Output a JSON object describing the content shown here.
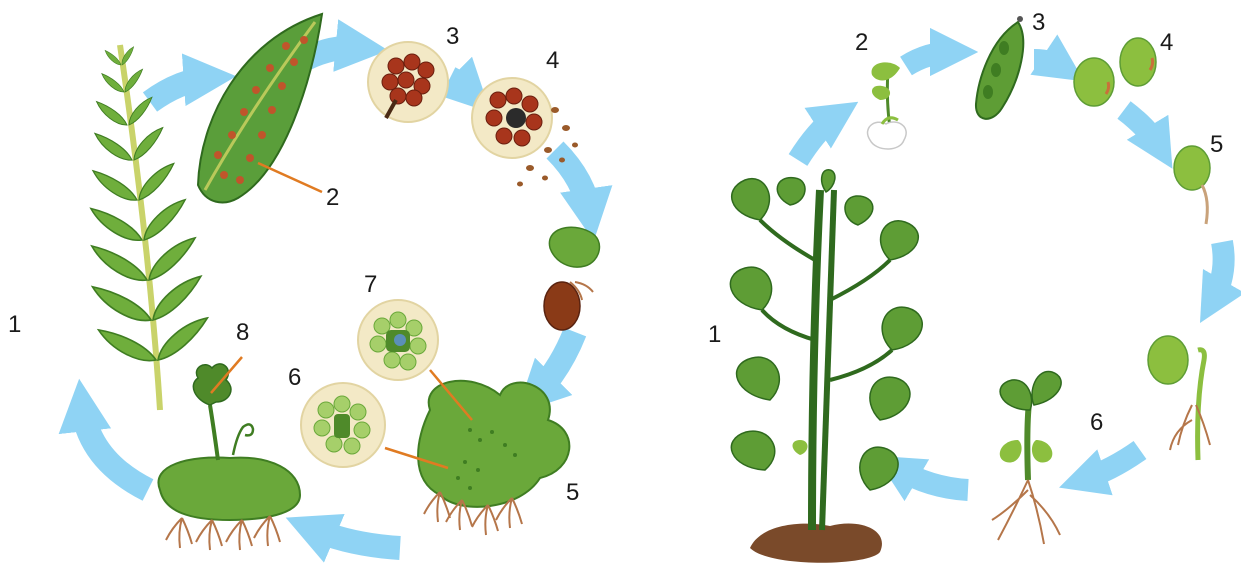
{
  "fern_cycle": {
    "labels": {
      "l1": "1",
      "l2": "2",
      "l3": "3",
      "l4": "4",
      "l5": "5",
      "l6": "6",
      "l7": "7",
      "l8": "8"
    },
    "colors": {
      "arrow": "#8fd3f4",
      "frond": "#6fae3c",
      "frond_dark": "#3f7d22",
      "sporangium": "#a8351c",
      "prothallus": "#6aa83a",
      "circle_bg": "#f3e9c6",
      "leader": "#e07b22"
    }
  },
  "bean_cycle": {
    "labels": {
      "l1": "1",
      "l2": "2",
      "l3": "3",
      "l4": "4",
      "l5": "5",
      "l6": "6"
    },
    "colors": {
      "arrow": "#8fd3f4",
      "leaf": "#5e9d35",
      "leaf_dark": "#2f6a1e",
      "seed": "#8cbf3f",
      "root": "#b5764a",
      "soil": "#7a4a2a"
    }
  }
}
